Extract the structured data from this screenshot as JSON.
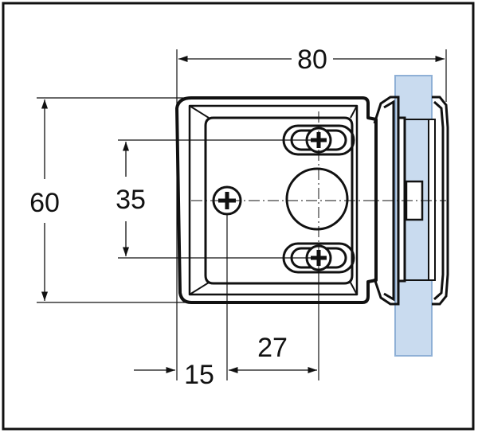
{
  "dimensions": {
    "overall_width": "80",
    "overall_height": "60",
    "screw_spacing": "35",
    "offset_left": "15",
    "offset_center": "27"
  },
  "colors": {
    "line": "#111111",
    "frame": "#111111",
    "background": "#ffffff",
    "glass_fill": "#c9dbef",
    "glass_edge": "#8fb0d6"
  },
  "icons": {
    "screw": "phillips-screw-icon"
  }
}
